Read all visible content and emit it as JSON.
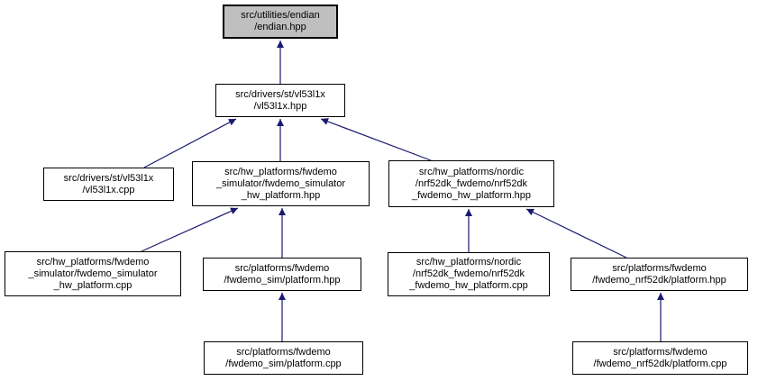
{
  "graph": {
    "colors": {
      "edge": "#191970",
      "node_border": "#000000",
      "node_fill": "#ffffff",
      "highlighted_node_fill": "#bfbfbf",
      "text": "#000000",
      "background": "#ffffff"
    },
    "nodes": [
      {
        "id": "endian-hpp",
        "path": "src/utilities/endian/endian.hpp",
        "highlighted": true,
        "lines": [
          "src/utilities/endian",
          "/endian.hpp"
        ]
      },
      {
        "id": "vl53l1x-hpp",
        "path": "src/drivers/st/vl53l1x/vl53l1x.hpp",
        "highlighted": false,
        "lines": [
          "src/drivers/st/vl53l1x",
          "/vl53l1x.hpp"
        ]
      },
      {
        "id": "vl53l1x-cpp",
        "path": "src/drivers/st/vl53l1x/vl53l1x.cpp",
        "highlighted": false,
        "lines": [
          "src/drivers/st/vl53l1x",
          "/vl53l1x.cpp"
        ]
      },
      {
        "id": "fwdemo-simulator-hw-platform-hpp",
        "path": "src/hw_platforms/fwdemo_simulator/fwdemo_simulator_hw_platform.hpp",
        "highlighted": false,
        "lines": [
          "src/hw_platforms/fwdemo",
          "_simulator/fwdemo_simulator",
          "_hw_platform.hpp"
        ]
      },
      {
        "id": "nrf52dk-fwdemo-hw-platform-hpp",
        "path": "src/hw_platforms/nordic/nrf52dk_fwdemo/nrf52dk_fwdemo_hw_platform.hpp",
        "highlighted": false,
        "lines": [
          "src/hw_platforms/nordic",
          "/nrf52dk_fwdemo/nrf52dk",
          "_fwdemo_hw_platform.hpp"
        ]
      },
      {
        "id": "fwdemo-simulator-hw-platform-cpp",
        "path": "src/hw_platforms/fwdemo_simulator/fwdemo_simulator_hw_platform.cpp",
        "highlighted": false,
        "lines": [
          "src/hw_platforms/fwdemo",
          "_simulator/fwdemo_simulator",
          "_hw_platform.cpp"
        ]
      },
      {
        "id": "fwdemo-sim-platform-hpp",
        "path": "src/platforms/fwdemo/fwdemo_sim/platform.hpp",
        "highlighted": false,
        "lines": [
          "src/platforms/fwdemo",
          "/fwdemo_sim/platform.hpp"
        ]
      },
      {
        "id": "nrf52dk-fwdemo-hw-platform-cpp",
        "path": "src/hw_platforms/nordic/nrf52dk_fwdemo/nrf52dk_fwdemo_hw_platform.cpp",
        "highlighted": false,
        "lines": [
          "src/hw_platforms/nordic",
          "/nrf52dk_fwdemo/nrf52dk",
          "_fwdemo_hw_platform.cpp"
        ]
      },
      {
        "id": "fwdemo-nrf52dk-platform-hpp",
        "path": "src/platforms/fwdemo/fwdemo_nrf52dk/platform.hpp",
        "highlighted": false,
        "lines": [
          "src/platforms/fwdemo",
          "/fwdemo_nrf52dk/platform.hpp"
        ]
      },
      {
        "id": "fwdemo-sim-platform-cpp",
        "path": "src/platforms/fwdemo/fwdemo_sim/platform.cpp",
        "highlighted": false,
        "lines": [
          "src/platforms/fwdemo",
          "/fwdemo_sim/platform.cpp"
        ]
      },
      {
        "id": "fwdemo-nrf52dk-platform-cpp",
        "path": "src/platforms/fwdemo/fwdemo_nrf52dk/platform.cpp",
        "highlighted": false,
        "lines": [
          "src/platforms/fwdemo",
          "/fwdemo_nrf52dk/platform.cpp"
        ]
      }
    ],
    "edges": [
      {
        "from": "vl53l1x-hpp",
        "to": "endian-hpp"
      },
      {
        "from": "vl53l1x-cpp",
        "to": "vl53l1x-hpp"
      },
      {
        "from": "fwdemo-simulator-hw-platform-hpp",
        "to": "vl53l1x-hpp"
      },
      {
        "from": "nrf52dk-fwdemo-hw-platform-hpp",
        "to": "vl53l1x-hpp"
      },
      {
        "from": "fwdemo-simulator-hw-platform-cpp",
        "to": "fwdemo-simulator-hw-platform-hpp"
      },
      {
        "from": "fwdemo-sim-platform-hpp",
        "to": "fwdemo-simulator-hw-platform-hpp"
      },
      {
        "from": "nrf52dk-fwdemo-hw-platform-cpp",
        "to": "nrf52dk-fwdemo-hw-platform-hpp"
      },
      {
        "from": "fwdemo-nrf52dk-platform-hpp",
        "to": "nrf52dk-fwdemo-hw-platform-hpp"
      },
      {
        "from": "fwdemo-sim-platform-cpp",
        "to": "fwdemo-sim-platform-hpp"
      },
      {
        "from": "fwdemo-nrf52dk-platform-cpp",
        "to": "fwdemo-nrf52dk-platform-hpp"
      }
    ]
  }
}
